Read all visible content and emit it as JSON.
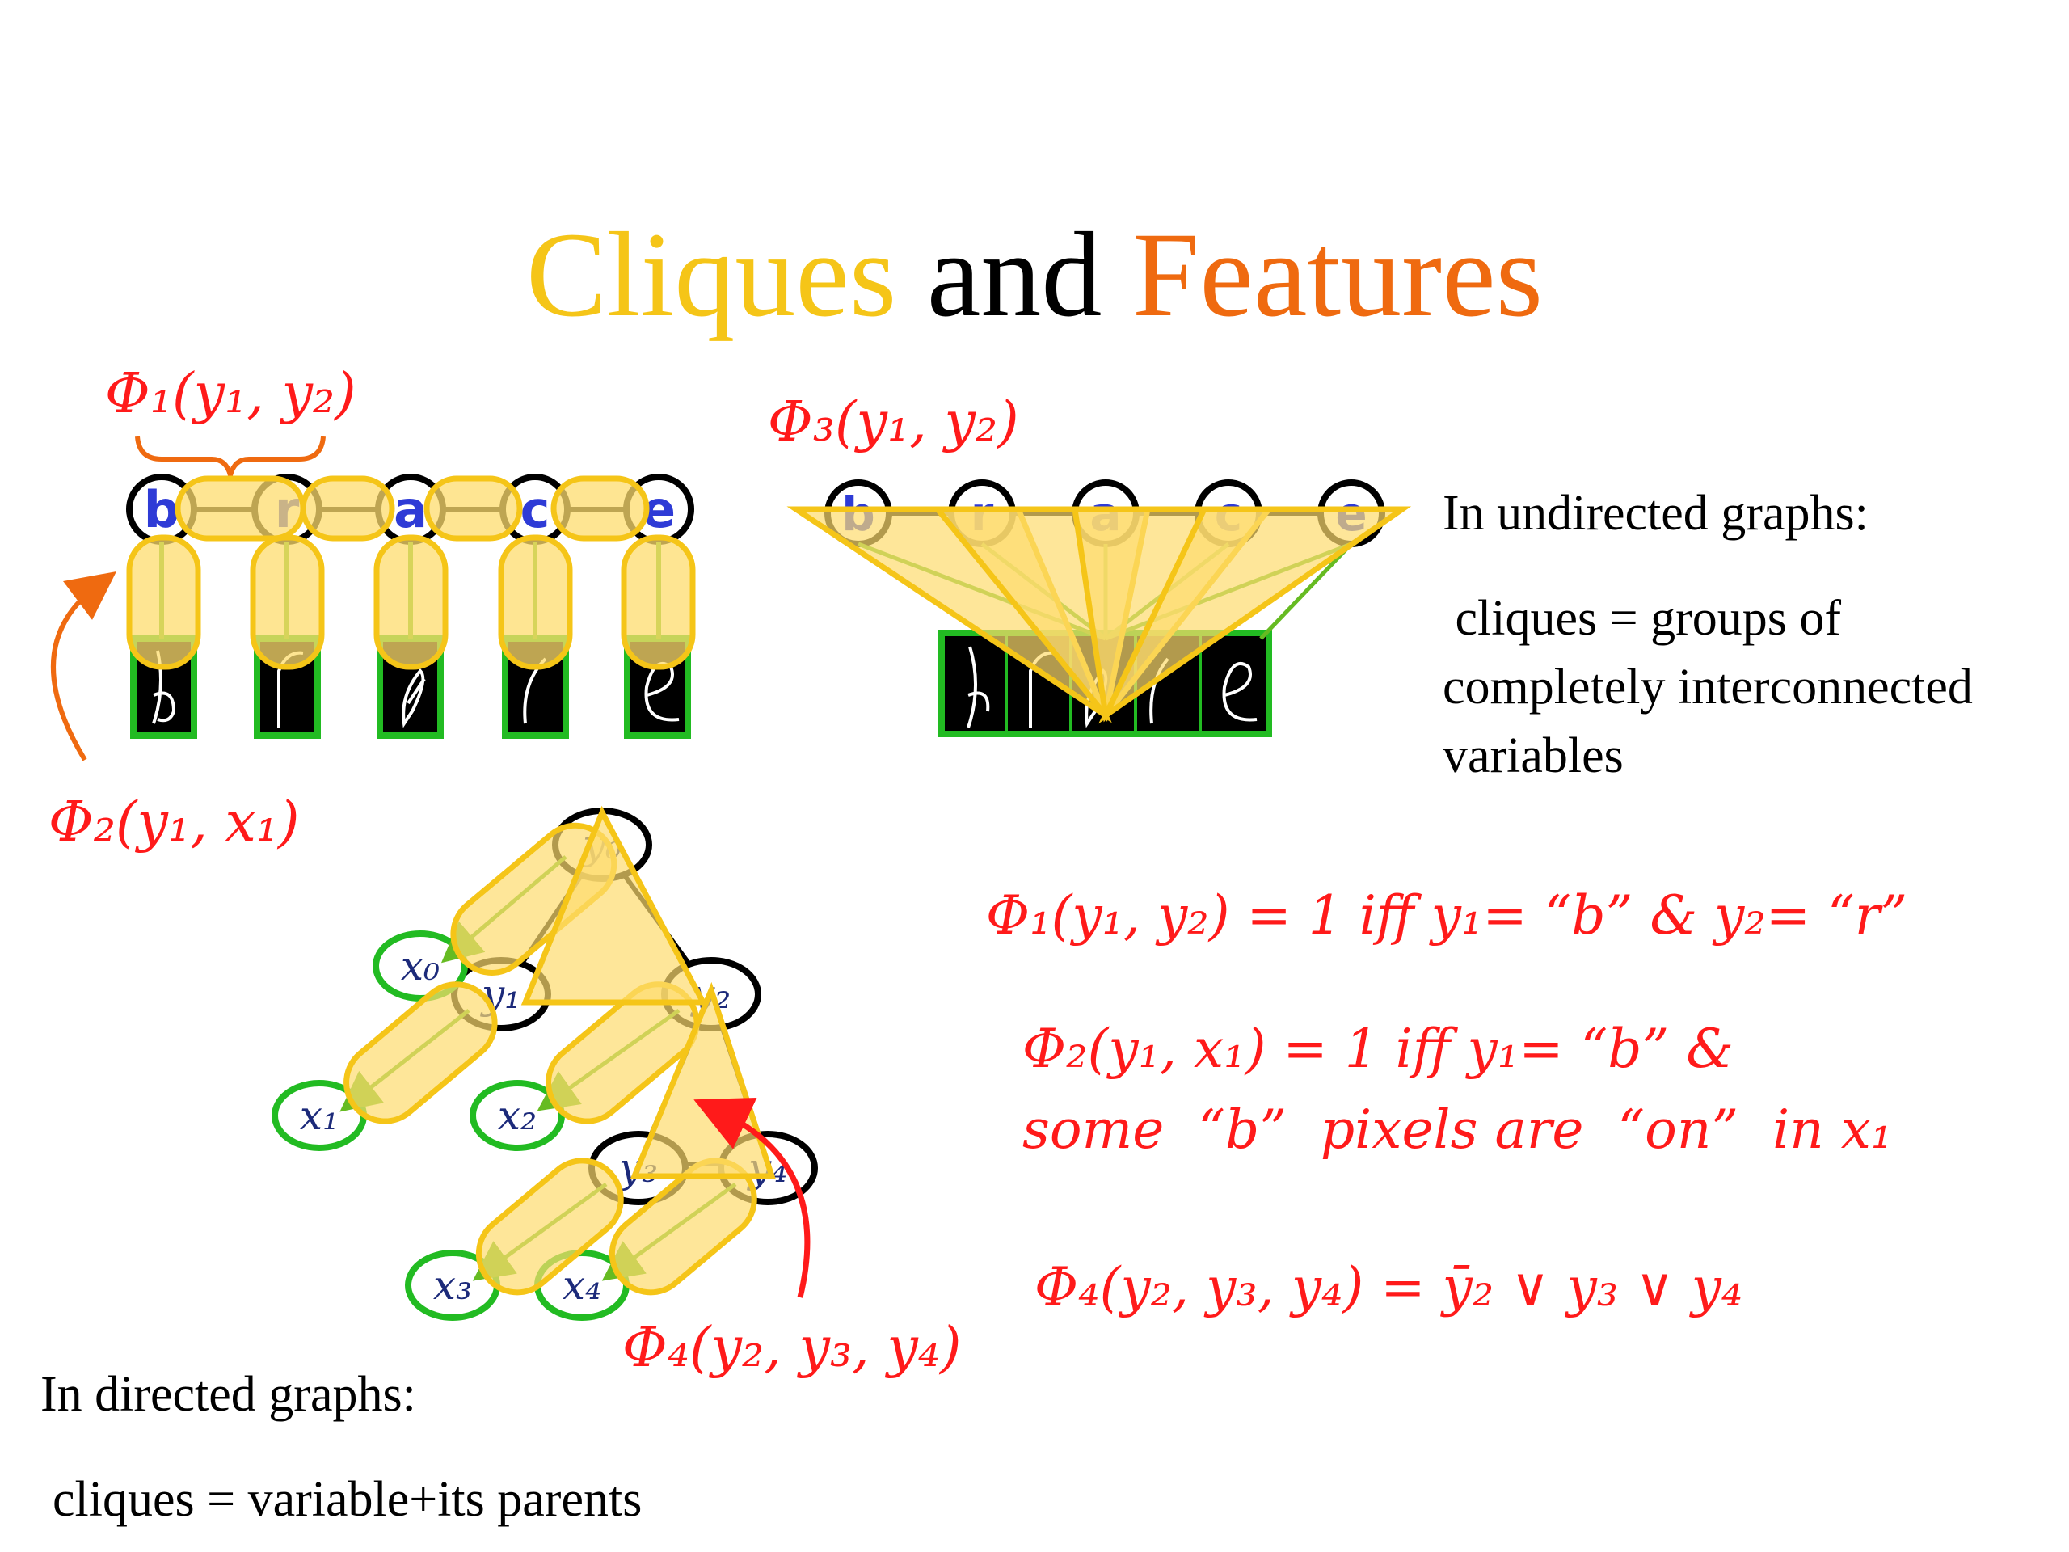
{
  "slide": {
    "title": {
      "part1": "Cliques",
      "part2": " and ",
      "part3": "Features"
    },
    "colors": {
      "title1": "#f5c518",
      "title3": "#ef6a10",
      "formula": "#ff1a1a",
      "clique_fill": "#fddc6e",
      "clique_stroke": "#f5c518",
      "image_border": "#22bb22",
      "letter_blue": "#2e3bd6"
    },
    "word_letters": [
      "b",
      "r",
      "a",
      "c",
      "e"
    ],
    "labels": {
      "phi1_top": "Φ₁(y₁, y₂)",
      "phi3_top": "Φ₃(y₁, y₂)",
      "phi2_left": "Φ₂(y₁, x₁)",
      "phi4_bottom": "Φ₄(y₂, y₃, y₄)"
    },
    "directed_nodes": {
      "y0": "y₀",
      "y1": "y₁",
      "y2": "y₂",
      "y3": "y₃",
      "y4": "y₄",
      "x0": "x₀",
      "x1": "x₁",
      "x2": "x₂",
      "x3": "x₃",
      "x4": "x₄"
    },
    "undirected_text": {
      "line1": "In undirected graphs:",
      "line2": " cliques = groups of",
      "line3": "completely interconnected",
      "line4": "variables"
    },
    "formulas": {
      "f1": "Φ₁(y₁, y₂) = 1 iff y₁= “b” &  y₂= “r”",
      "f2_line1": "Φ₂(y₁, x₁) = 1 iff y₁= “b” &",
      "f2_line2": "some  “b”  pixels are  “on”  in x₁",
      "f4": "Φ₄(y₂, y₃, y₄) = ȳ₂ ∨ y₃ ∨ y₄"
    },
    "directed_text": {
      "line1": "In directed graphs:",
      "line2": "cliques = variable+its parents"
    }
  }
}
